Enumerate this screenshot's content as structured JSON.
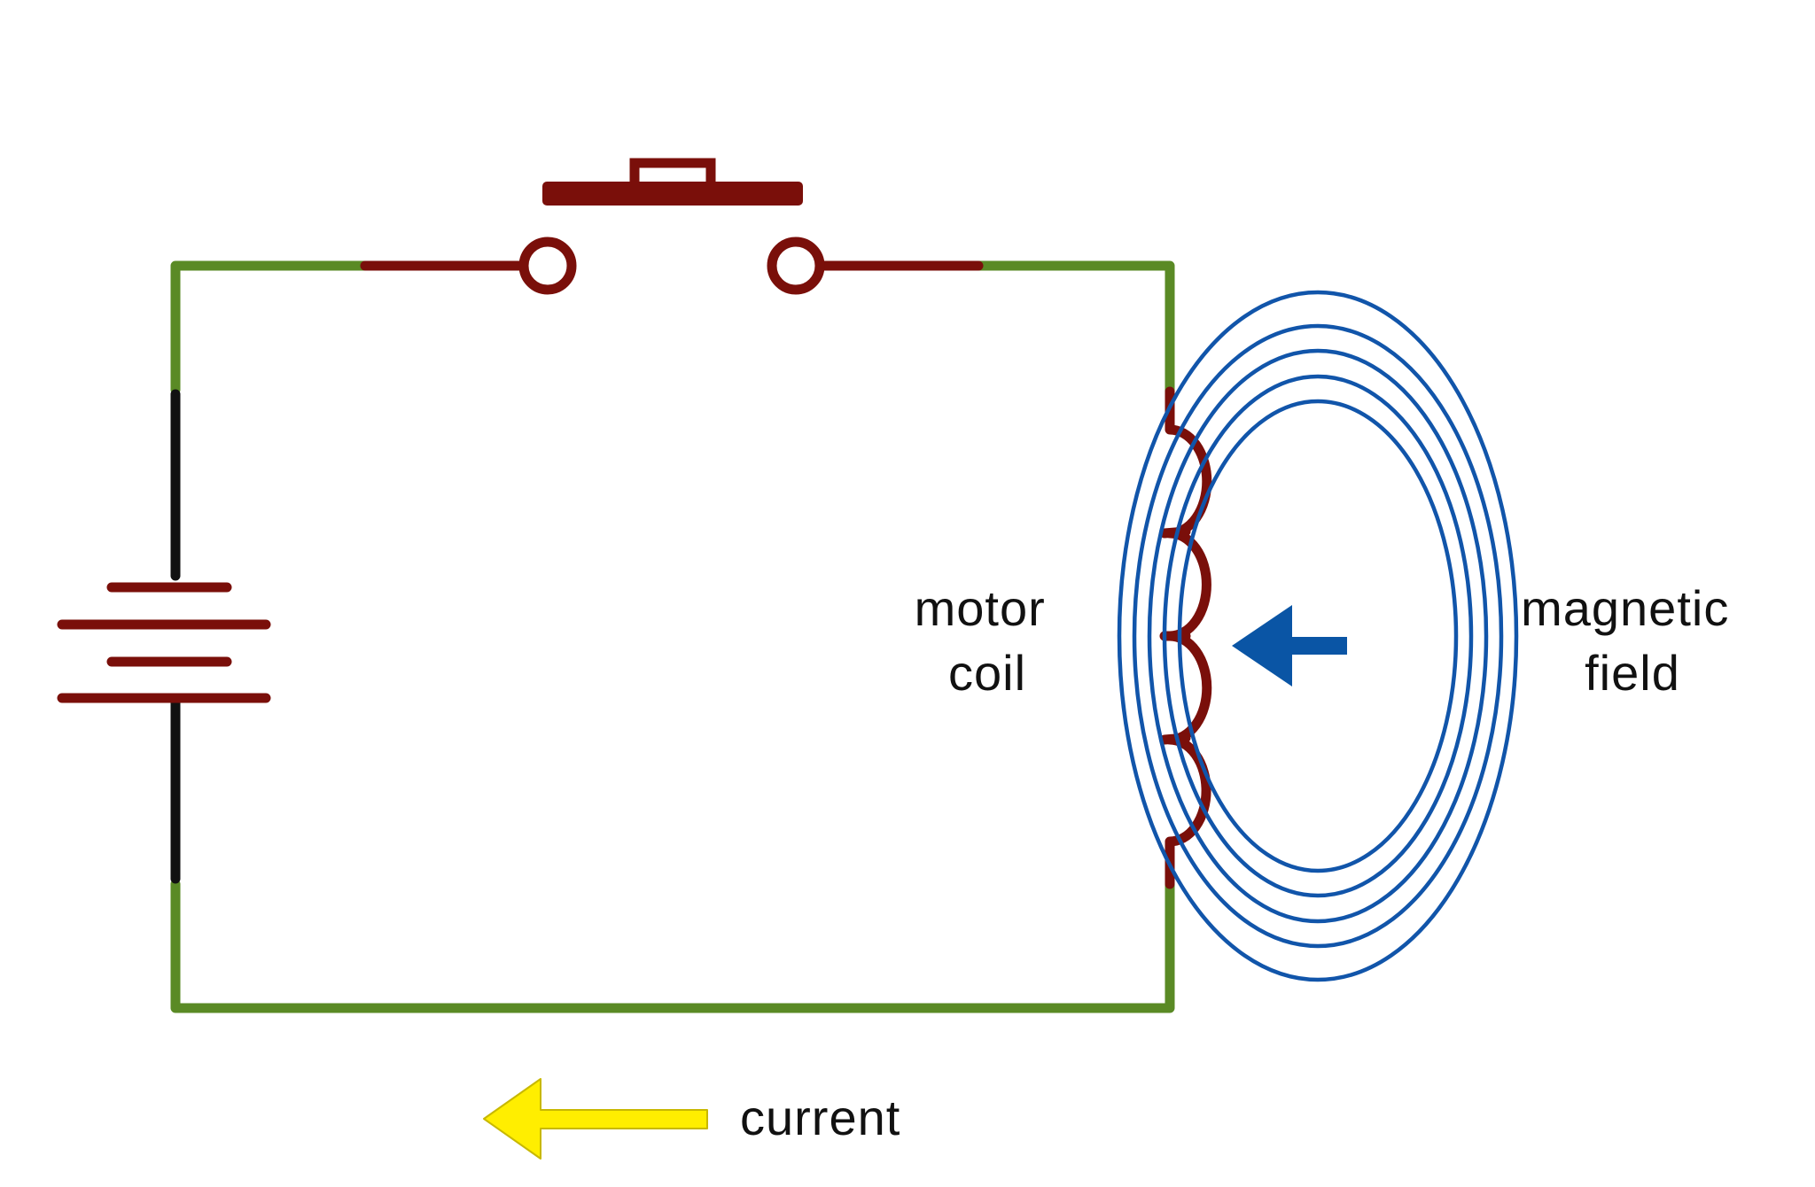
{
  "labels": {
    "motor_coil": [
      "motor",
      "coil"
    ],
    "magnetic_field": [
      "magnetic",
      "field"
    ],
    "current": "current"
  },
  "colors": {
    "wire": "#5a8a25",
    "component": "#7a0f0a",
    "battery_lead": "#111111",
    "field": "#1155aa",
    "field_arrow": "#0a55a5",
    "current_arrow": "#ffee00",
    "current_arrow_outline": "#c8b800",
    "text": "#111111"
  },
  "field_rings": 5
}
